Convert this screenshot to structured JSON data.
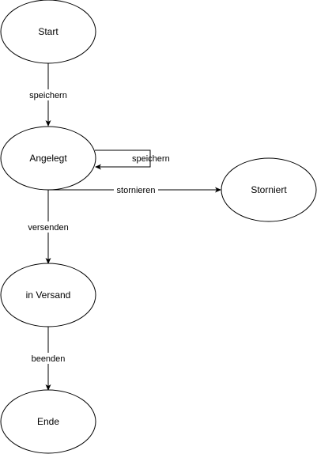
{
  "nodes": {
    "start": {
      "label": "Start"
    },
    "angelegt": {
      "label": "Angelegt"
    },
    "storniert": {
      "label": "Storniert"
    },
    "in_versand": {
      "label": "in Versand"
    },
    "ende": {
      "label": "Ende"
    }
  },
  "edges": {
    "start_angelegt": {
      "from": "Start",
      "to": "Angelegt",
      "label": "speichern"
    },
    "angelegt_self": {
      "from": "Angelegt",
      "to": "Angelegt",
      "label": "speichern"
    },
    "angelegt_storniert": {
      "from": "Angelegt",
      "to": "Storniert",
      "label": "stornieren"
    },
    "angelegt_in_versand": {
      "from": "Angelegt",
      "to": "in Versand",
      "label": "versenden"
    },
    "in_versand_ende": {
      "from": "in Versand",
      "to": "Ende",
      "label": "beenden"
    }
  },
  "colors": {
    "stroke": "#000000",
    "fill": "#ffffff",
    "text": "#000000"
  }
}
